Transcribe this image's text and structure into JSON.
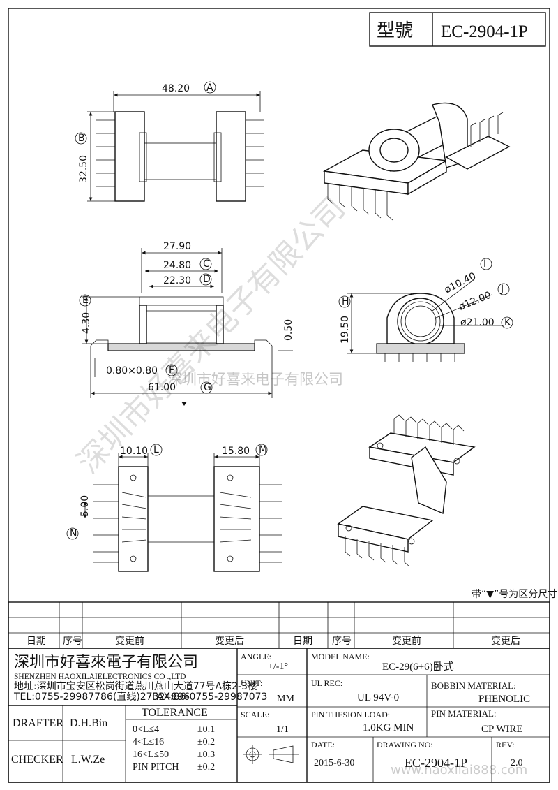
{
  "header": {
    "model_label": "型號",
    "model_value": "EC-2904-1P"
  },
  "dims": {
    "A": "48.20",
    "B": "32.50",
    "C": "24.80",
    "D": "22.30",
    "top": "27.90",
    "E": "4.30",
    "F": "0.80×0.80",
    "G": "61.00",
    "side_small": "0.50",
    "H": "19.50",
    "I": "ø10.40",
    "J": "ø12.00",
    "K": "ø21.00",
    "L": "10.10",
    "M": "15.80",
    "N": "5.00"
  },
  "letters": [
    "A",
    "B",
    "C",
    "D",
    "E",
    "F",
    "G",
    "H",
    "I",
    "J",
    "K",
    "L",
    "M",
    "N"
  ],
  "watermarks": {
    "diagonal": "深圳市好喜来电子有限公司",
    "center": "深圳市好喜来电子有限公司",
    "bottom": "www.haoxilai888.com"
  },
  "note": "带“▼”号为区分尺寸",
  "revision_table": {
    "headers": [
      "日期",
      "序号",
      "变更前",
      "变更后",
      "日期",
      "序号",
      "变更前",
      "变更后"
    ]
  },
  "company": {
    "name_cn": "深圳市好喜來電子有限公司",
    "name_en": "SHENZHEN HAOXILAIELECTRONICS CO .,LTD",
    "address": "地址:深圳市宝安区松岗街道燕川燕山大道77号A栋2-3楼",
    "tel": "TEL:0755-29987786(直线)27324896",
    "fax": "FAX:86-0755-29987073"
  },
  "fields": {
    "angle_label": "ANGLE:",
    "angle_value": "+/-1°",
    "model_name_label": "MODEL NAME:",
    "model_name_value": "EC-29(6+6)卧式",
    "unit_label": "UNIT:",
    "unit_value": "MM",
    "ul_label": "UL REC:",
    "ul_value": "UL 94V-0",
    "bobbin_label": "BOBBIN MATERIAL:",
    "bobbin_value": "PHENOLIC",
    "scale_label": "SCALE:",
    "scale_value": "1/1",
    "pin_load_label": "PIN THESION LOAD:",
    "pin_load_value": "1.0KG MIN",
    "pin_mat_label": "PIN MATERIAL:",
    "pin_mat_value": "CP  WIRE",
    "date_label": "DATE:",
    "date_value": "2015-6-30",
    "drawing_label": "DRAWING NO:",
    "drawing_value": "EC-2904-1P",
    "rev_label": "REV:",
    "rev_value": "2.0"
  },
  "people": {
    "drafter_label": "DRAFTER",
    "drafter_name": "D.H.Bin",
    "checker_label": "CHECKER",
    "checker_name": "L.W.Ze"
  },
  "tolerance": {
    "title": "TOLERANCE",
    "rows": [
      [
        "0<L≤4",
        "±0.1"
      ],
      [
        "4<L≤16",
        "±0.2"
      ],
      [
        "16<L≤50",
        "±0.3"
      ],
      [
        "PIN PITCH",
        "±0.2"
      ]
    ]
  }
}
